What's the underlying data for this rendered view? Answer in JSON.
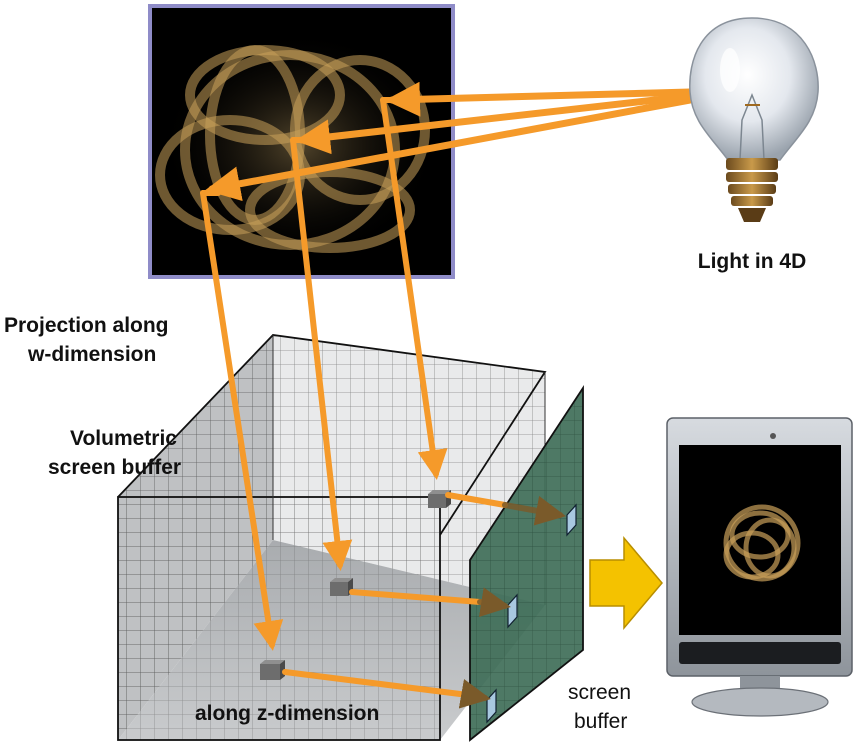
{
  "labels": {
    "light": "Light in 4D",
    "projection_line1": "Projection along",
    "projection_line2": "w-dimension",
    "volumetric_line1": "Volumetric",
    "volumetric_line2": "screen buffer",
    "along_z": "along z-dimension",
    "screen_line1": "screen",
    "screen_line2": "buffer"
  },
  "icons": [
    "light-bulb-icon",
    "monitor-icon",
    "right-arrow-icon"
  ],
  "colors": {
    "ray": "#f59a2a",
    "ray_dark": "#c96a14",
    "screen_panel": "#3f6e58",
    "arrow_yellow": "#f4c200",
    "render_glow": "#c9a05a",
    "panel_border": "#8f8cc8"
  }
}
